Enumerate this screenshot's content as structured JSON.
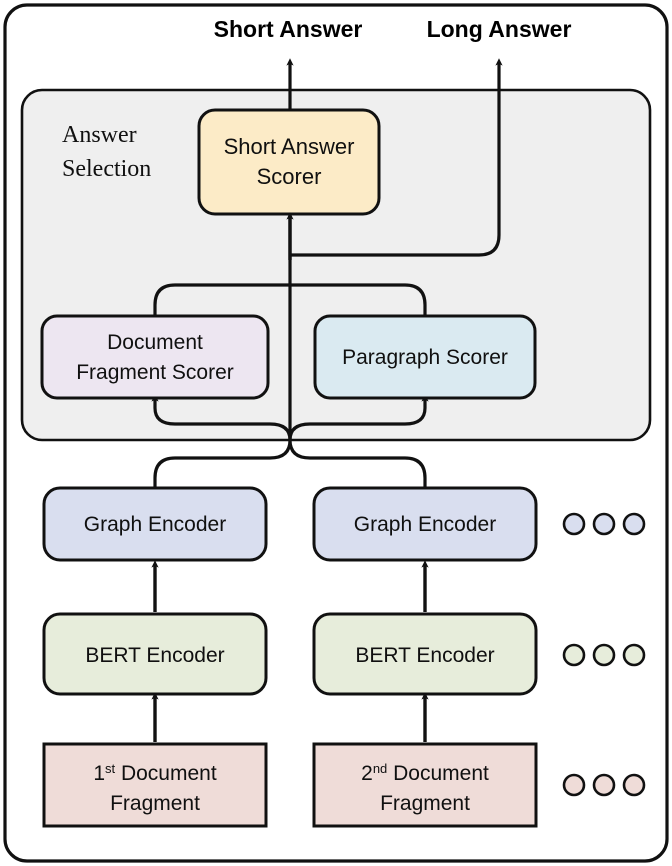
{
  "figure": {
    "outputs": [
      {
        "id": "short-answer",
        "label": "Short Answer"
      },
      {
        "id": "long-answer",
        "label": "Long Answer"
      }
    ],
    "answer_selection": {
      "panel_label_line1": "Answer",
      "panel_label_line2": "Selection",
      "panel_color": "#EFEFEF",
      "nodes": [
        {
          "id": "short-answer-scorer",
          "line1": "Short Answer",
          "line2": "Scorer",
          "color": "#FCEBC7"
        },
        {
          "id": "document-fragment-scorer",
          "line1": "Document",
          "line2": "Fragment Scorer",
          "color": "#EDE6F1"
        },
        {
          "id": "paragraph-scorer",
          "line1": "Paragraph Scorer",
          "line2": "",
          "color": "#DAEAF1"
        }
      ]
    },
    "columns": [
      {
        "id": "column-1",
        "graph_encoder": {
          "label": "Graph Encoder",
          "color": "#D9DEEF"
        },
        "bert_encoder": {
          "label": "BERT Encoder",
          "color": "#E7EDDB"
        },
        "fragment": {
          "ordinal": "1",
          "ordinal_suffix": "st",
          "line1_rest": " Document",
          "line2": "Fragment",
          "color": "#EFDCD8"
        }
      },
      {
        "id": "column-2",
        "graph_encoder": {
          "label": "Graph Encoder",
          "color": "#D9DEEF"
        },
        "bert_encoder": {
          "label": "BERT Encoder",
          "color": "#E7EDDB"
        },
        "fragment": {
          "ordinal": "2",
          "ordinal_suffix": "nd",
          "line1_rest": " Document",
          "line2": "Fragment",
          "color": "#EFDCD8"
        }
      }
    ],
    "ellipses": [
      {
        "id": "ellipsis-graph-encoder",
        "dots": 3,
        "color": "#D9DEEF"
      },
      {
        "id": "ellipsis-bert-encoder",
        "dots": 3,
        "color": "#E7EDDB"
      },
      {
        "id": "ellipsis-fragment",
        "dots": 3,
        "color": "#EFDCD8"
      }
    ],
    "stroke_color": "#111111",
    "frame_color": "#111111",
    "background": "#FFFFFF"
  }
}
